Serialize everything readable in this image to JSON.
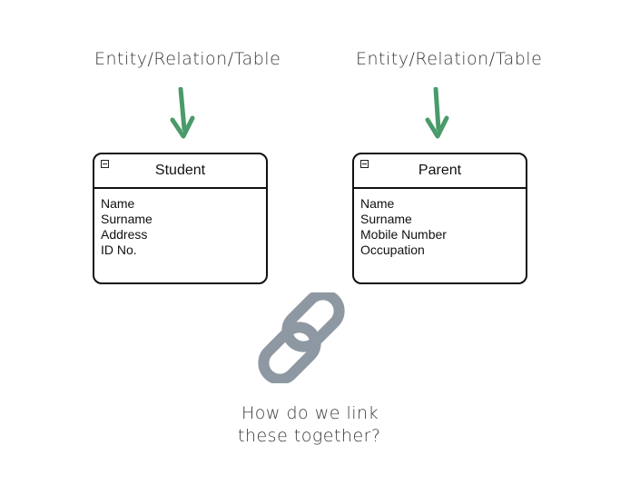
{
  "annotations": {
    "left_label": "Entity/Relation/Table",
    "right_label": "Entity/Relation/Table",
    "question_line1": "How do we link",
    "question_line2": "these together?"
  },
  "entities": [
    {
      "title": "Student",
      "fields": [
        "Name",
        "Surname",
        "Address",
        "ID No."
      ]
    },
    {
      "title": "Parent",
      "fields": [
        "Name",
        "Surname",
        "Mobile Number",
        "Occupation"
      ]
    }
  ],
  "colors": {
    "arrow": "#4a9a6a",
    "link_icon": "#8d98a2"
  },
  "icons": {
    "arrow": "arrow-down-icon",
    "link": "chain-link-icon"
  }
}
